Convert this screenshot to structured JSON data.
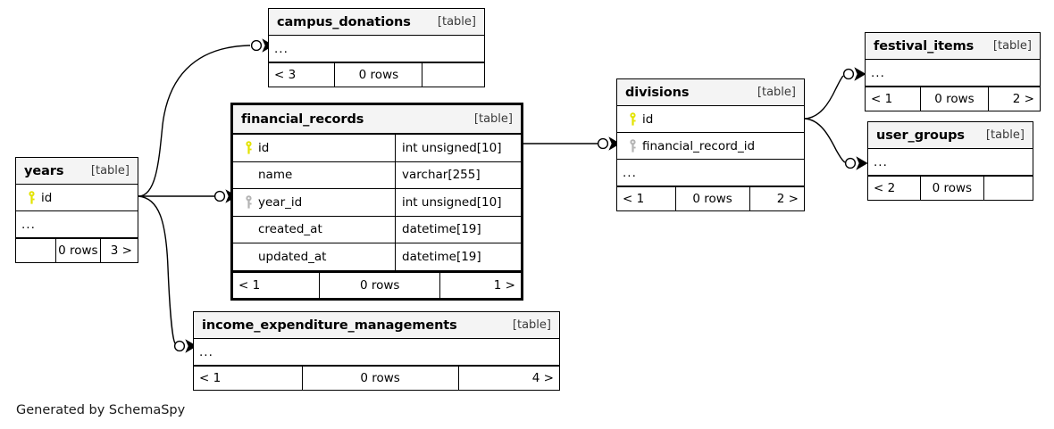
{
  "diagram": {
    "type": "database-schema-erd",
    "credit": "Generated by SchemaSpy",
    "table_tag": "[table]",
    "ellipsis": "...",
    "colors": {
      "primary_key": "#e3e300",
      "foreign_key": "#b3b3b3",
      "header_bg": "#f4f4f4",
      "border": "#000000",
      "background": "#ffffff"
    }
  },
  "tables": {
    "campus_donations": {
      "name": "campus_donations",
      "tag": "[table]",
      "rows": [
        {
          "name": "...",
          "type": "",
          "key": "none",
          "ellipsis": true
        }
      ],
      "footer": {
        "left": "< 3",
        "middle": "0 rows",
        "right": ""
      }
    },
    "financial_records": {
      "name": "financial_records",
      "tag": "[table]",
      "rows": [
        {
          "name": "id",
          "type": "int unsigned[10]",
          "key": "primary",
          "ellipsis": false
        },
        {
          "name": "name",
          "type": "varchar[255]",
          "key": "none",
          "ellipsis": false
        },
        {
          "name": "year_id",
          "type": "int unsigned[10]",
          "key": "foreign",
          "ellipsis": false
        },
        {
          "name": "created_at",
          "type": "datetime[19]",
          "key": "none",
          "ellipsis": false
        },
        {
          "name": "updated_at",
          "type": "datetime[19]",
          "key": "none",
          "ellipsis": false
        }
      ],
      "footer": {
        "left": "< 1",
        "middle": "0 rows",
        "right": "1 >"
      }
    },
    "years": {
      "name": "years",
      "tag": "[table]",
      "rows": [
        {
          "name": "id",
          "type": "",
          "key": "primary",
          "ellipsis": false
        },
        {
          "name": "...",
          "type": "",
          "key": "none",
          "ellipsis": true
        }
      ],
      "footer": {
        "left": "",
        "middle": "0 rows",
        "right": "3 >"
      }
    },
    "income_expenditure_managements": {
      "name": "income_expenditure_managements",
      "tag": "[table]",
      "rows": [
        {
          "name": "...",
          "type": "",
          "key": "none",
          "ellipsis": true
        }
      ],
      "footer": {
        "left": "< 1",
        "middle": "0 rows",
        "right": "4 >"
      }
    },
    "divisions": {
      "name": "divisions",
      "tag": "[table]",
      "rows": [
        {
          "name": "id",
          "type": "",
          "key": "primary",
          "ellipsis": false
        },
        {
          "name": "financial_record_id",
          "type": "",
          "key": "foreign",
          "ellipsis": false
        },
        {
          "name": "...",
          "type": "",
          "key": "none",
          "ellipsis": true
        }
      ],
      "footer": {
        "left": "< 1",
        "middle": "0 rows",
        "right": "2 >"
      }
    },
    "festival_items": {
      "name": "festival_items",
      "tag": "[table]",
      "rows": [
        {
          "name": "...",
          "type": "",
          "key": "none",
          "ellipsis": true
        }
      ],
      "footer": {
        "left": "< 1",
        "middle": "0 rows",
        "right": "2 >"
      }
    },
    "user_groups": {
      "name": "user_groups",
      "tag": "[table]",
      "rows": [
        {
          "name": "...",
          "type": "",
          "key": "none",
          "ellipsis": true
        }
      ],
      "footer": {
        "left": "< 2",
        "middle": "0 rows",
        "right": ""
      }
    }
  },
  "relationships": [
    {
      "from": "years",
      "to": "campus_donations"
    },
    {
      "from": "years",
      "to": "financial_records"
    },
    {
      "from": "years",
      "to": "income_expenditure_managements"
    },
    {
      "from": "financial_records",
      "to": "divisions"
    },
    {
      "from": "divisions",
      "to": "festival_items"
    },
    {
      "from": "divisions",
      "to": "user_groups"
    }
  ]
}
